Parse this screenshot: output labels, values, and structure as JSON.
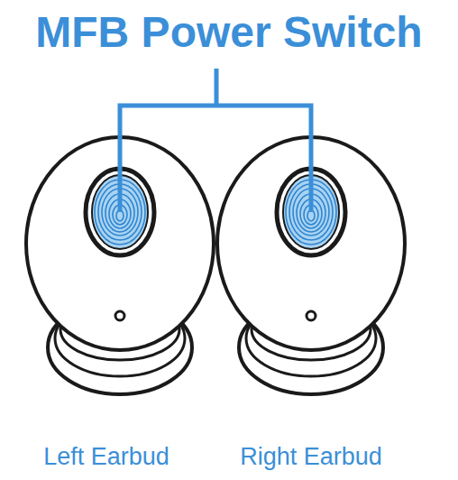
{
  "diagram": {
    "title": "MFB Power Switch",
    "labels": [
      "Left Earbud",
      "Right Earbud"
    ]
  }
}
